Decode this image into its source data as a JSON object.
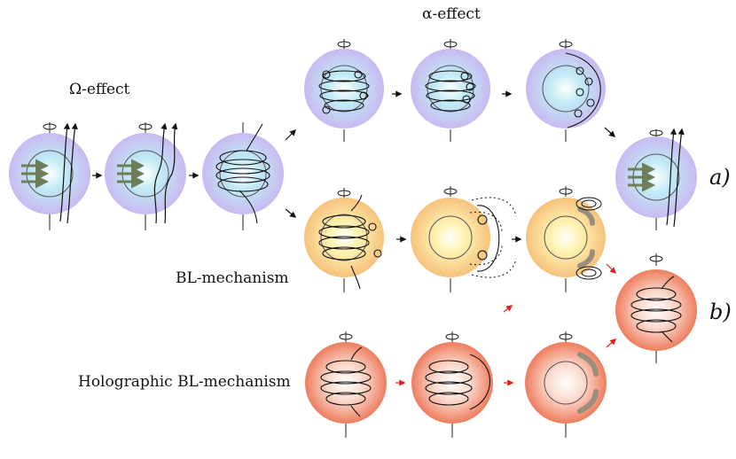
{
  "labels": {
    "omega_effect": "Ω-effect",
    "alpha_effect": "α-effect",
    "bl_mechanism": "BL-mechanism",
    "holographic_bl": "Holographic BL-mechanism",
    "panel_a": "a)",
    "panel_b": "b)"
  },
  "colors": {
    "blue_core": "#bfeaf5",
    "blue_edge": "#c9b9f1",
    "orange_core": "#fff6c8",
    "orange_edge": "#f6c27b",
    "red_core": "#fffdfb",
    "red_edge": "#ee7d5e",
    "arrow_black": "#111111",
    "arrow_red": "#e32020",
    "flux_arrow": "#6e7d5a",
    "tube": "#9a8f7c"
  }
}
